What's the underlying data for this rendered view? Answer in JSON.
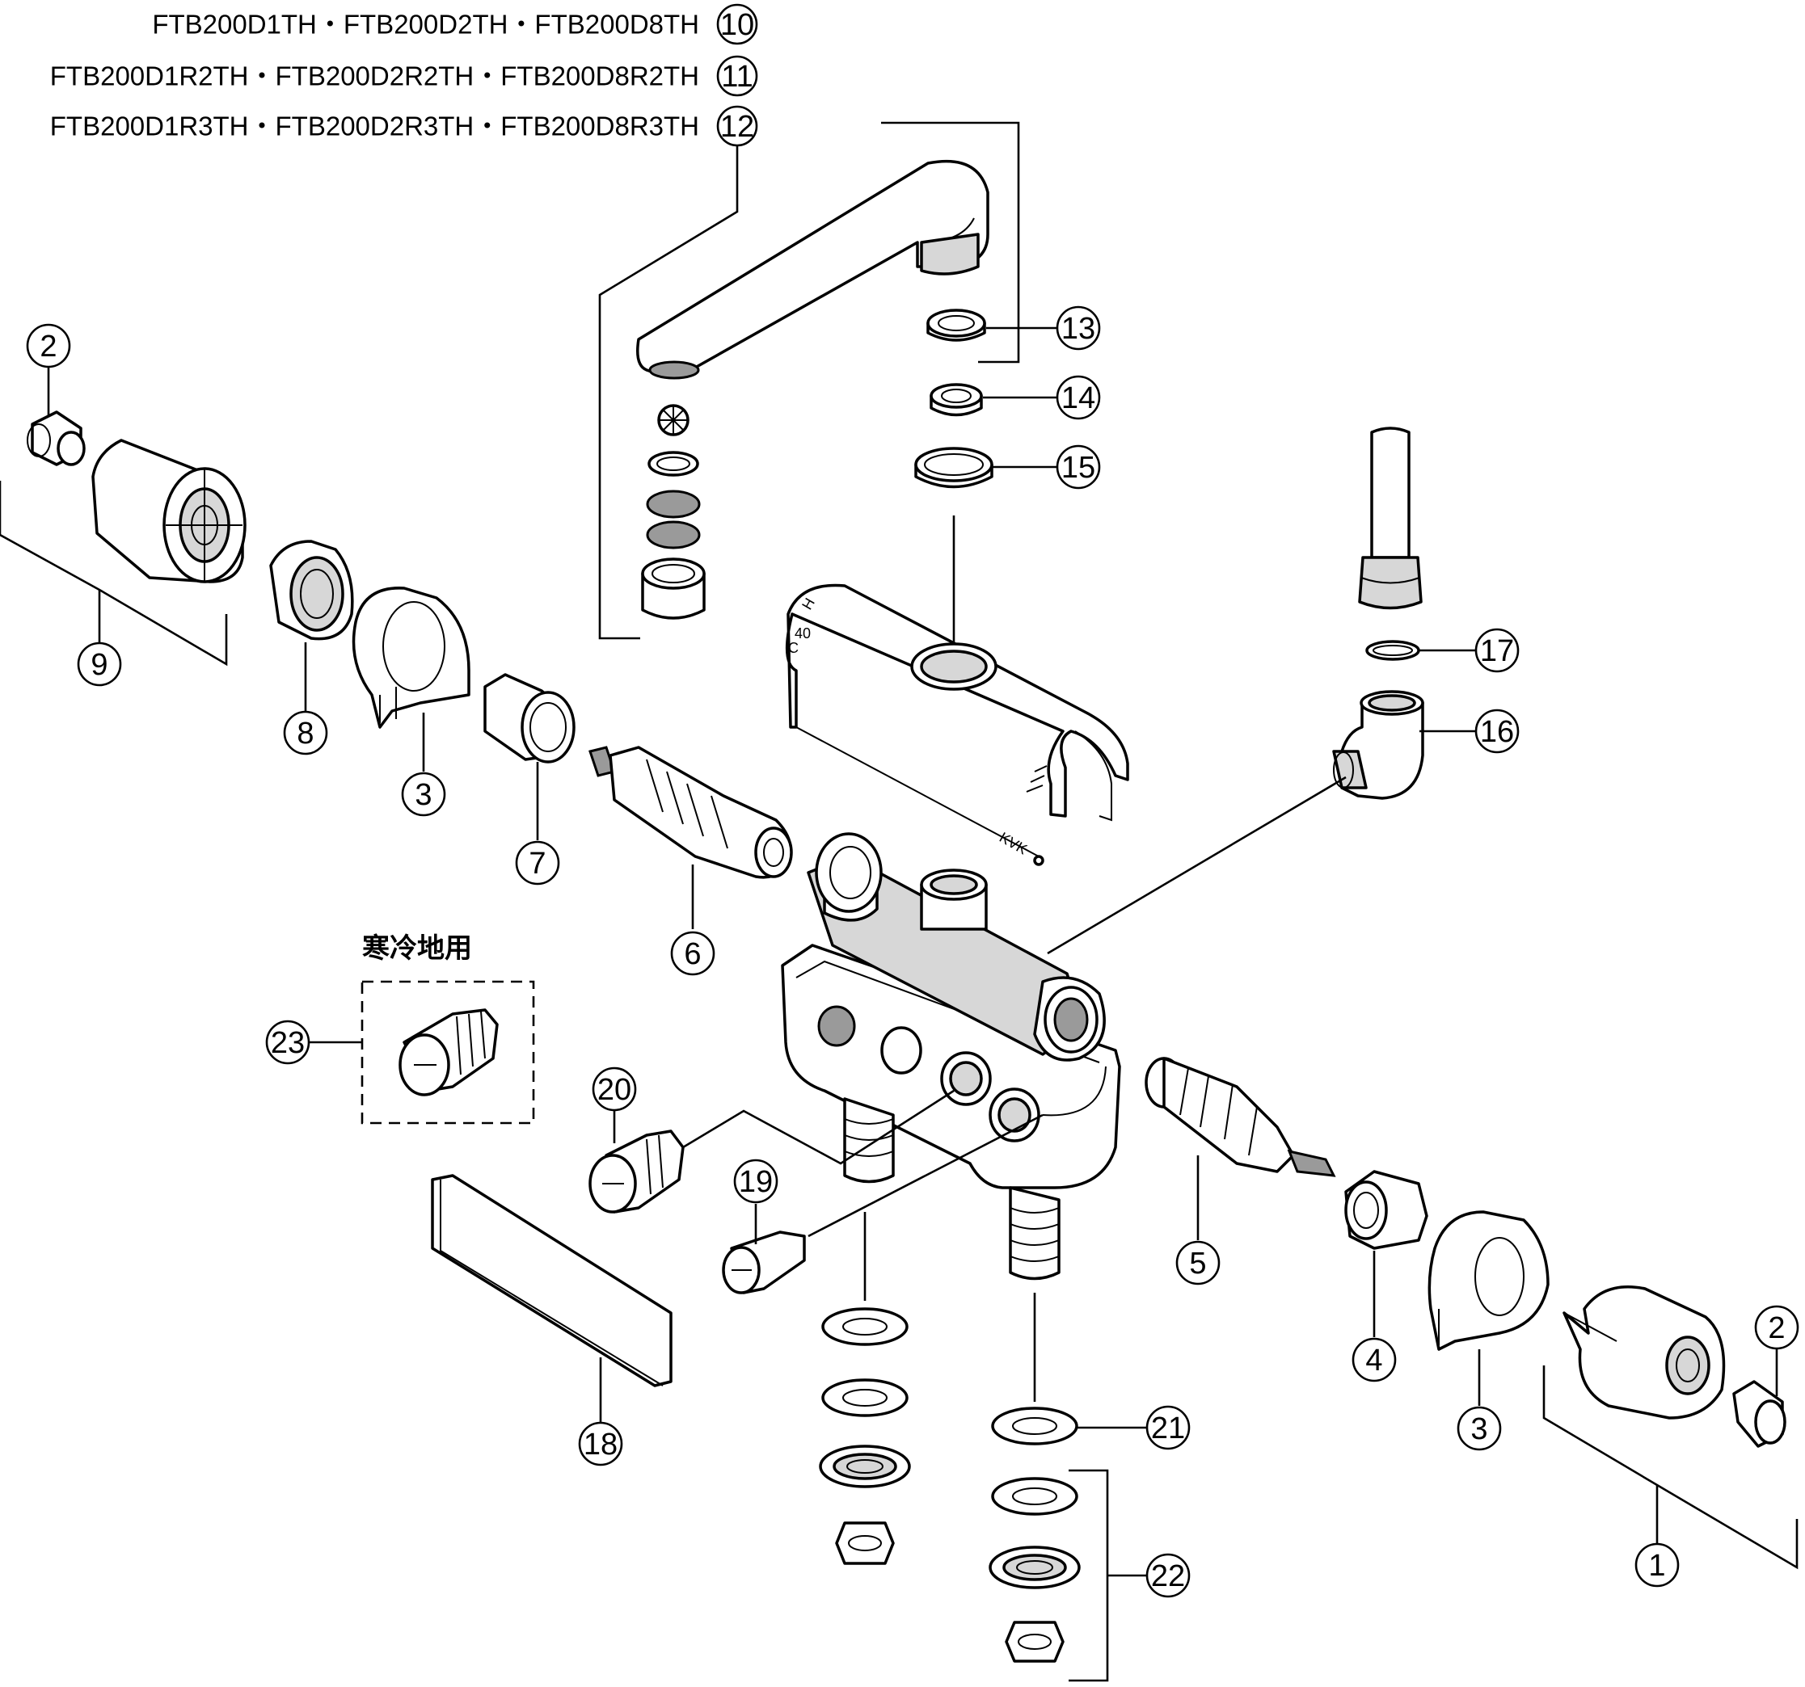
{
  "model_lines": [
    {
      "text": "FTB200D1TH・FTB200D2TH・FTB200D8TH",
      "number": "10"
    },
    {
      "text": "FTB200D1R2TH・FTB200D2R2TH・FTB200D8R2TH",
      "number": "11"
    },
    {
      "text": "FTB200D1R3TH・FTB200D2R3TH・FTB200D8R3TH",
      "number": "12"
    }
  ],
  "callouts": {
    "c1": "1",
    "c2a": "2",
    "c2b": "2",
    "c3a": "3",
    "c3b": "3",
    "c4": "4",
    "c5": "5",
    "c6": "6",
    "c7": "7",
    "c8": "8",
    "c9": "9",
    "c13": "13",
    "c14": "14",
    "c15": "15",
    "c16": "16",
    "c17": "17",
    "c18": "18",
    "c19": "19",
    "c20": "20",
    "c21": "21",
    "c22": "22",
    "c23": "23"
  },
  "cold_region_note": "寒冷地用",
  "cover_markings": {
    "h": "H",
    "temp": "40",
    "c": "C",
    "brand": "KVK"
  }
}
